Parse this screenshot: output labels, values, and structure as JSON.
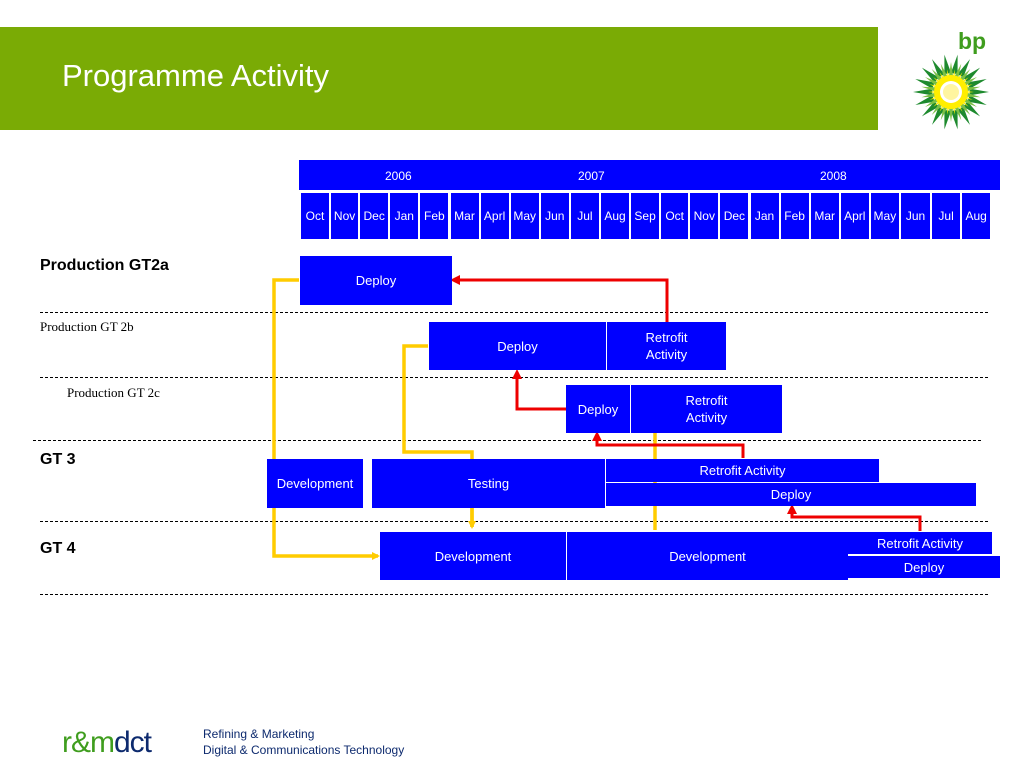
{
  "header": {
    "title": "Programme Activity"
  },
  "brand": {
    "logo_text": "bp"
  },
  "years": [
    "2006",
    "2007",
    "2008"
  ],
  "months": [
    "Oct",
    "Nov",
    "Dec",
    "Jan",
    "Feb",
    "Mar",
    "Aprl",
    "May",
    "Jun",
    "Jul",
    "Aug",
    "Sep",
    "Oct",
    "Nov",
    "Dec",
    "Jan",
    "Feb",
    "Mar",
    "Aprl",
    "May",
    "Jun",
    "Jul",
    "Aug"
  ],
  "rows": {
    "gt2a": "Production GT2a",
    "gt2b": "Production GT 2b",
    "gt2c": "Production GT 2c",
    "gt3": "GT 3",
    "gt4": "GT 4"
  },
  "tasks": {
    "gt2a_deploy": "Deploy",
    "gt2b_deploy": "Deploy",
    "gt2b_retrofit_1": "Retrofit",
    "gt2b_retrofit_2": "Activity",
    "gt2c_deploy": "Deploy",
    "gt2c_retrofit_1": "Retrofit",
    "gt2c_retrofit_2": "Activity",
    "gt3_development": "Development",
    "gt3_testing": "Testing",
    "gt3_retrofit": "Retrofit Activity",
    "gt3_deploy": "Deploy",
    "gt4_development_1": "Development",
    "gt4_development_2": "Development",
    "gt4_retrofit": "Retrofit Activity",
    "gt4_deploy": "Deploy"
  },
  "footer": {
    "logo_part1": "r&m",
    "logo_part2": "dct",
    "line1": "Refining & Marketing",
    "line2": "Digital & Communications Technology"
  },
  "colors": {
    "banner": "#7aab05",
    "bar": "#0000ff",
    "dependency_yellow": "#ffcc00",
    "dependency_red": "#ee0000"
  }
}
